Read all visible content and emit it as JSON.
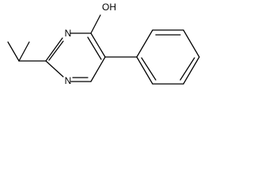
{
  "molecule": {
    "atom_labels": {
      "hydroxyl": "OH",
      "nitrogen_upper": "N",
      "nitrogen_lower": "N"
    },
    "substituents": [
      "isopropyl",
      "hydroxyl",
      "phenyl"
    ],
    "ring": "pyrimidine",
    "colors": {
      "bond": "#000000",
      "label": "#000000",
      "background": "#ffffff"
    }
  }
}
